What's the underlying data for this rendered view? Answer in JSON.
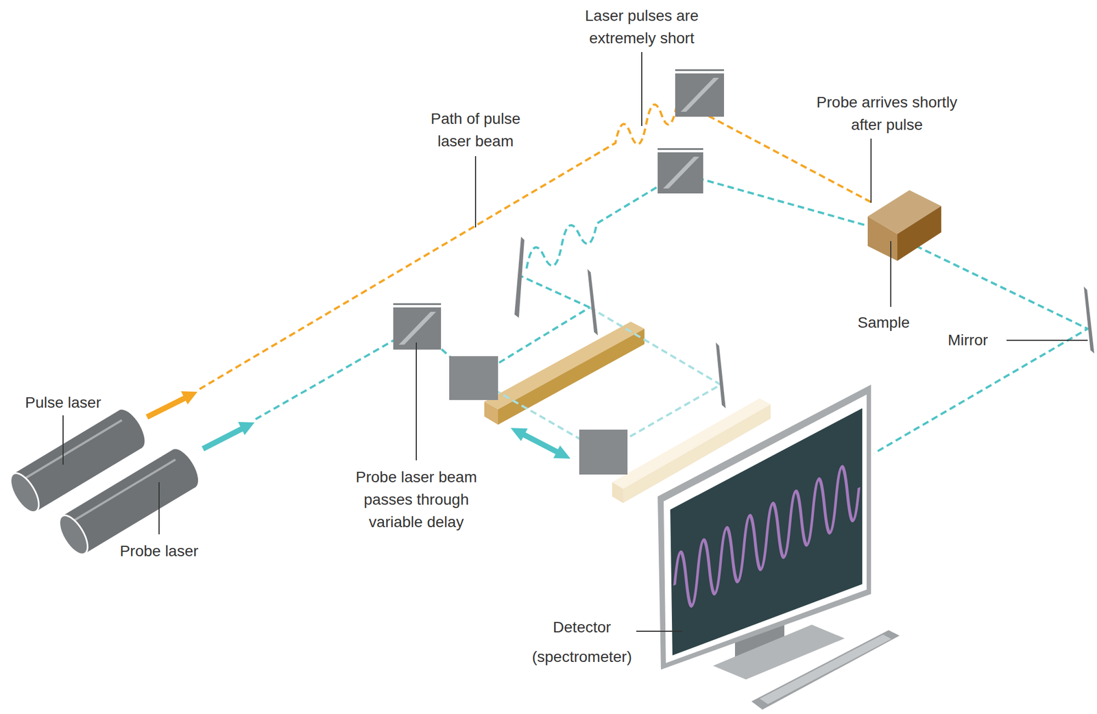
{
  "diagram": {
    "labels": [
      "Laser pulses are extremely short",
      "Path of pulse laser beam",
      "Probe arrives shortly after pulse",
      "Sample",
      "Mirror",
      "Pulse laser",
      "Probe laser",
      "Probe laser beam passes through variable delay",
      "Detector (spectrometer)"
    ]
  }
}
